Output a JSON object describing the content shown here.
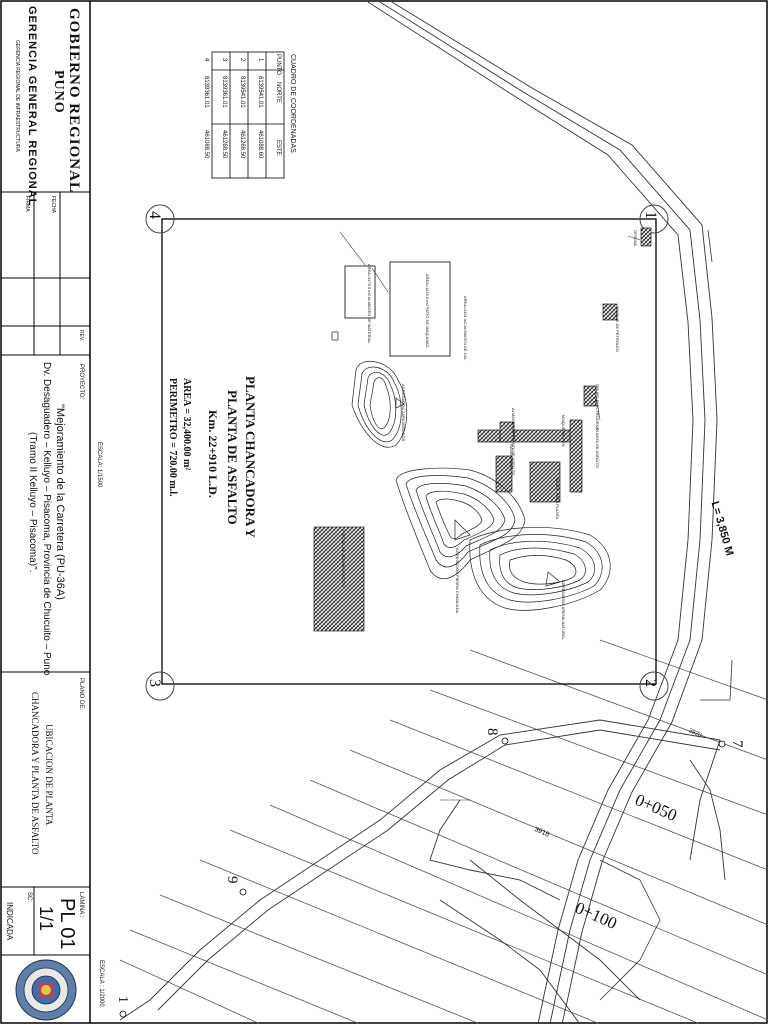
{
  "title_block": {
    "org_line1": "GOBIERNO REGIONAL",
    "org_line2": "PUNO",
    "org_line3": "GERENCIA GENERAL REGIONAL",
    "org_line4": "GERENCIA REGIONAL DE INFRAESTRUCTURA",
    "project_label": "PROYECTO:",
    "project_line1": "\"Mejoramiento de la Carretera (PU-36A)",
    "project_line2": "Dv. Desaguadero – Kelluyo – Pisacoma, Provincia de Chucuito – Puno",
    "project_line3": "(Tramo II Kelluyo – Pisacoma)\".",
    "scale_note": "ESCALA: 1/1500",
    "plan_label": "PLANO DE:",
    "plan_title_line1": "UBICACION DE PLANTA",
    "plan_title_line2": "CHANCADORA Y PLANTA DE ASFALTO",
    "lamina_label": "LAMINA :",
    "lamina_code": "PL 01",
    "lamina_number": "1/1",
    "scale_label": "ESCALA : 1/2000",
    "sc_label": "SC:",
    "sc_value": "INDICADA",
    "sign_firma": "FIRMA",
    "sign_fecha": "FECHA",
    "sign_rev": "REV."
  },
  "coord_table": {
    "title": "CUADRO DE COORDENADAS",
    "headers": [
      "PUNTO",
      "NORTE",
      "ESTE"
    ],
    "rows": [
      [
        "1",
        "8139541.01",
        "461088.60"
      ],
      [
        "2",
        "8139541.01",
        "461268.50"
      ],
      [
        "3",
        "8139361.01",
        "461268.50"
      ],
      [
        "4",
        "8139361.01",
        "461088.50"
      ]
    ]
  },
  "plant": {
    "title_line1": "PLANTA CHANCADORA Y",
    "title_line2": "PLANTA DE ASFALTO",
    "km": "Km. 22+910 L.D.",
    "area": "AREA        = 32,400.00 m²",
    "perimeter": "PERIMETRO = 720.00 m.l.",
    "corners": [
      "1",
      "2",
      "3",
      "4"
    ],
    "labels": {
      "oficina": "OFICINA",
      "tanque_petroleo": "TANQUE DE PETROLEO",
      "grupo": "GRUPO ELECTROGENO",
      "area_maq": "AREA=1133.5 m2 PATIO DE MAQUINAS",
      "area_alm": "AREA=1191 m2 ALMACEN DE CAL",
      "area_mat": "AREA=1179.5 m2 ALMACEN DE MATERIAL",
      "almacen_asf": "ALMACEN DE PLANTA DE ASFALTO",
      "tanques": "TANQUE DE PEN",
      "planta_asf": "PLANTA DE ASFALTO",
      "rampa": "RAMPA PARA",
      "banda": "BANDA PARA PLANTA",
      "agr_zar": "AGREGADOS ZARANDEADOS",
      "agr_tri": "AGREGADOS PIEDRA CHANCADA",
      "agr_ar": "AGREGADOS ARENA NATURAL",
      "poza": "PISCINA DE SEDIMENTACION"
    }
  },
  "road": {
    "length": "L= 3,850 M",
    "stations": [
      "0+050",
      "0+100"
    ],
    "points": [
      "7",
      "8",
      "9",
      "1"
    ],
    "contour_labels": [
      "3918",
      "3920"
    ]
  }
}
